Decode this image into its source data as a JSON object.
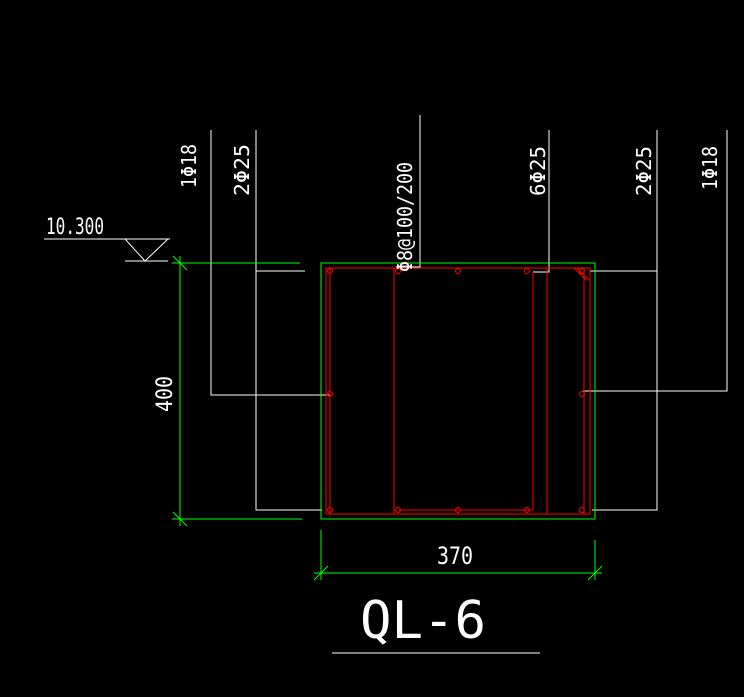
{
  "drawing": {
    "elevation": "10.300",
    "height_dim": "400",
    "width_dim": "370",
    "title": "QL-6",
    "stirrup_label": "Φ8@100/200",
    "rebar_labels": {
      "left_outer": "1Φ18",
      "left_inner": "2Φ25",
      "right_top": "6Φ25",
      "right_inner": "2Φ25",
      "right_outer": "1Φ18"
    }
  },
  "colors": {
    "background": "#000000",
    "leader": "#ffffff",
    "dimension": "#00ff00",
    "rebar": "#ff0000",
    "text": "#ffffff"
  }
}
